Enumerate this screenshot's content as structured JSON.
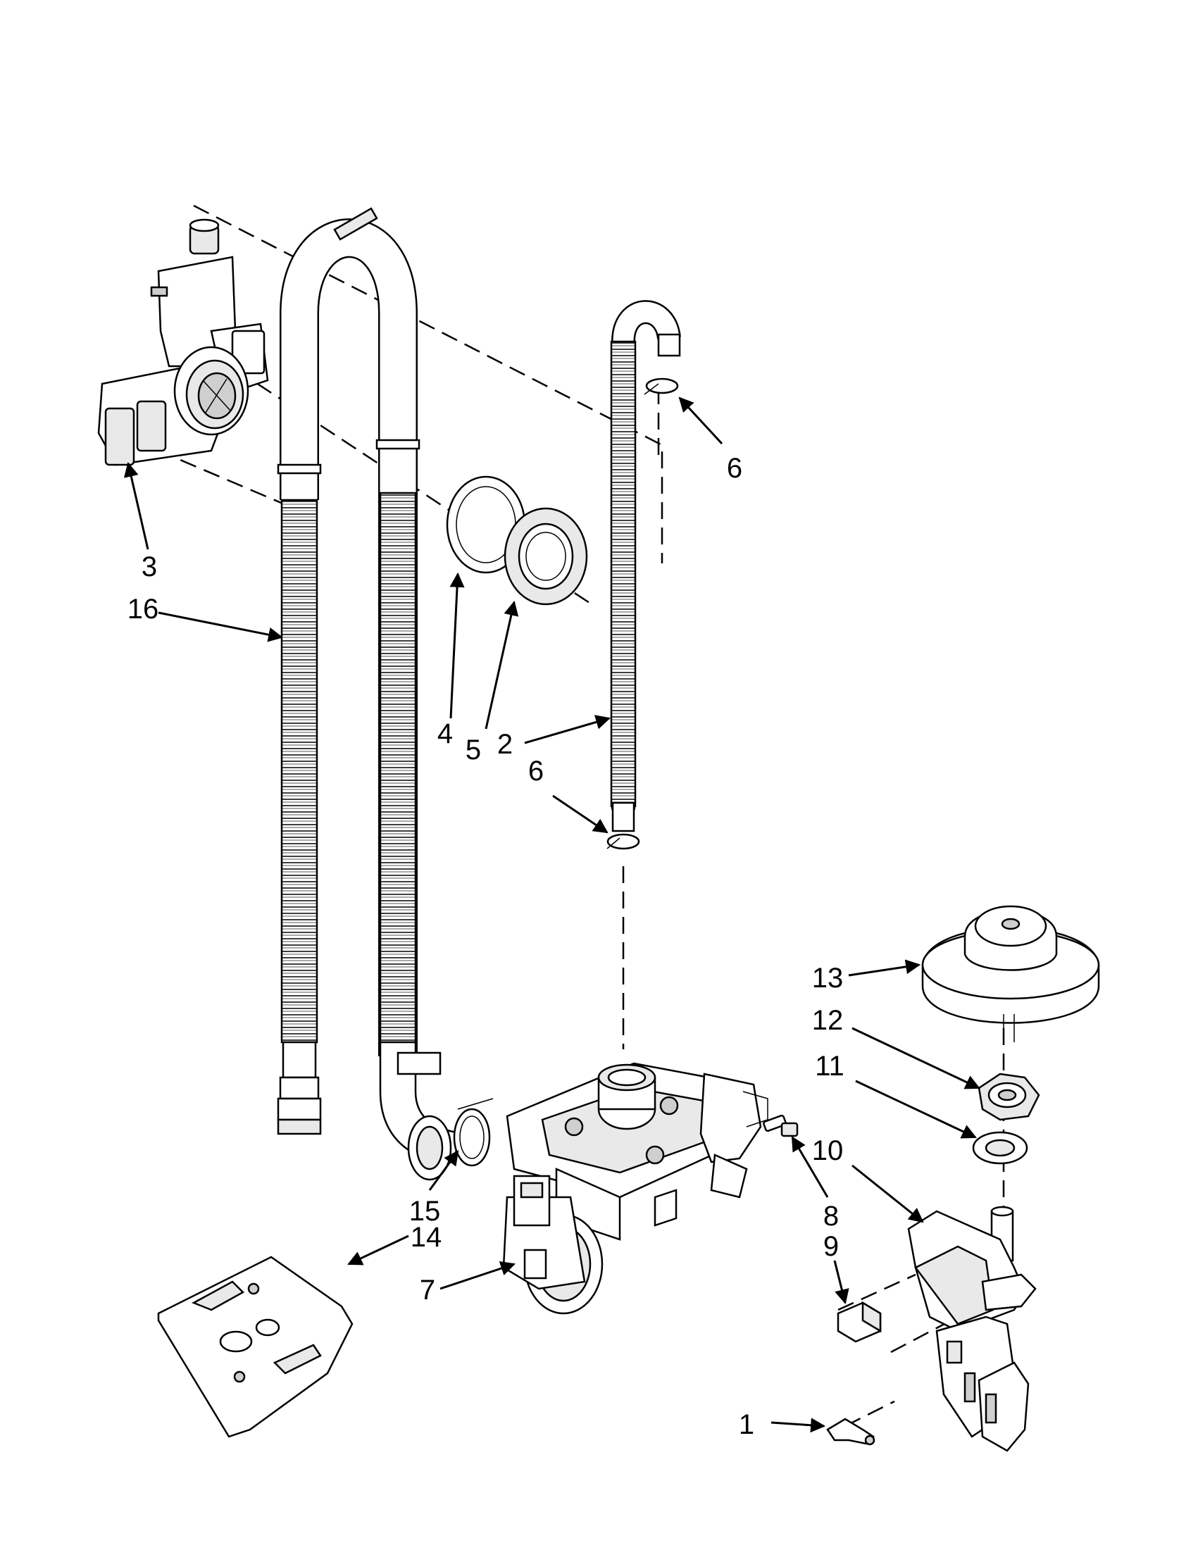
{
  "callouts": [
    {
      "id": "c1",
      "text": "1"
    },
    {
      "id": "c2",
      "text": "2"
    },
    {
      "id": "c3",
      "text": "3"
    },
    {
      "id": "c4",
      "text": "4"
    },
    {
      "id": "c5",
      "text": "5"
    },
    {
      "id": "c6a",
      "text": "6"
    },
    {
      "id": "c6b",
      "text": "6"
    },
    {
      "id": "c7",
      "text": "7"
    },
    {
      "id": "c8",
      "text": "8"
    },
    {
      "id": "c9",
      "text": "9"
    },
    {
      "id": "c10",
      "text": "10"
    },
    {
      "id": "c11",
      "text": "11"
    },
    {
      "id": "c12",
      "text": "12"
    },
    {
      "id": "c13",
      "text": "13"
    },
    {
      "id": "c14",
      "text": "14"
    },
    {
      "id": "c15",
      "text": "15"
    },
    {
      "id": "c16",
      "text": "16"
    }
  ],
  "colors": {
    "line": "#000000",
    "fill": "#ffffff",
    "shade": "#e9e9e9",
    "dark": "#cfcfcf"
  }
}
